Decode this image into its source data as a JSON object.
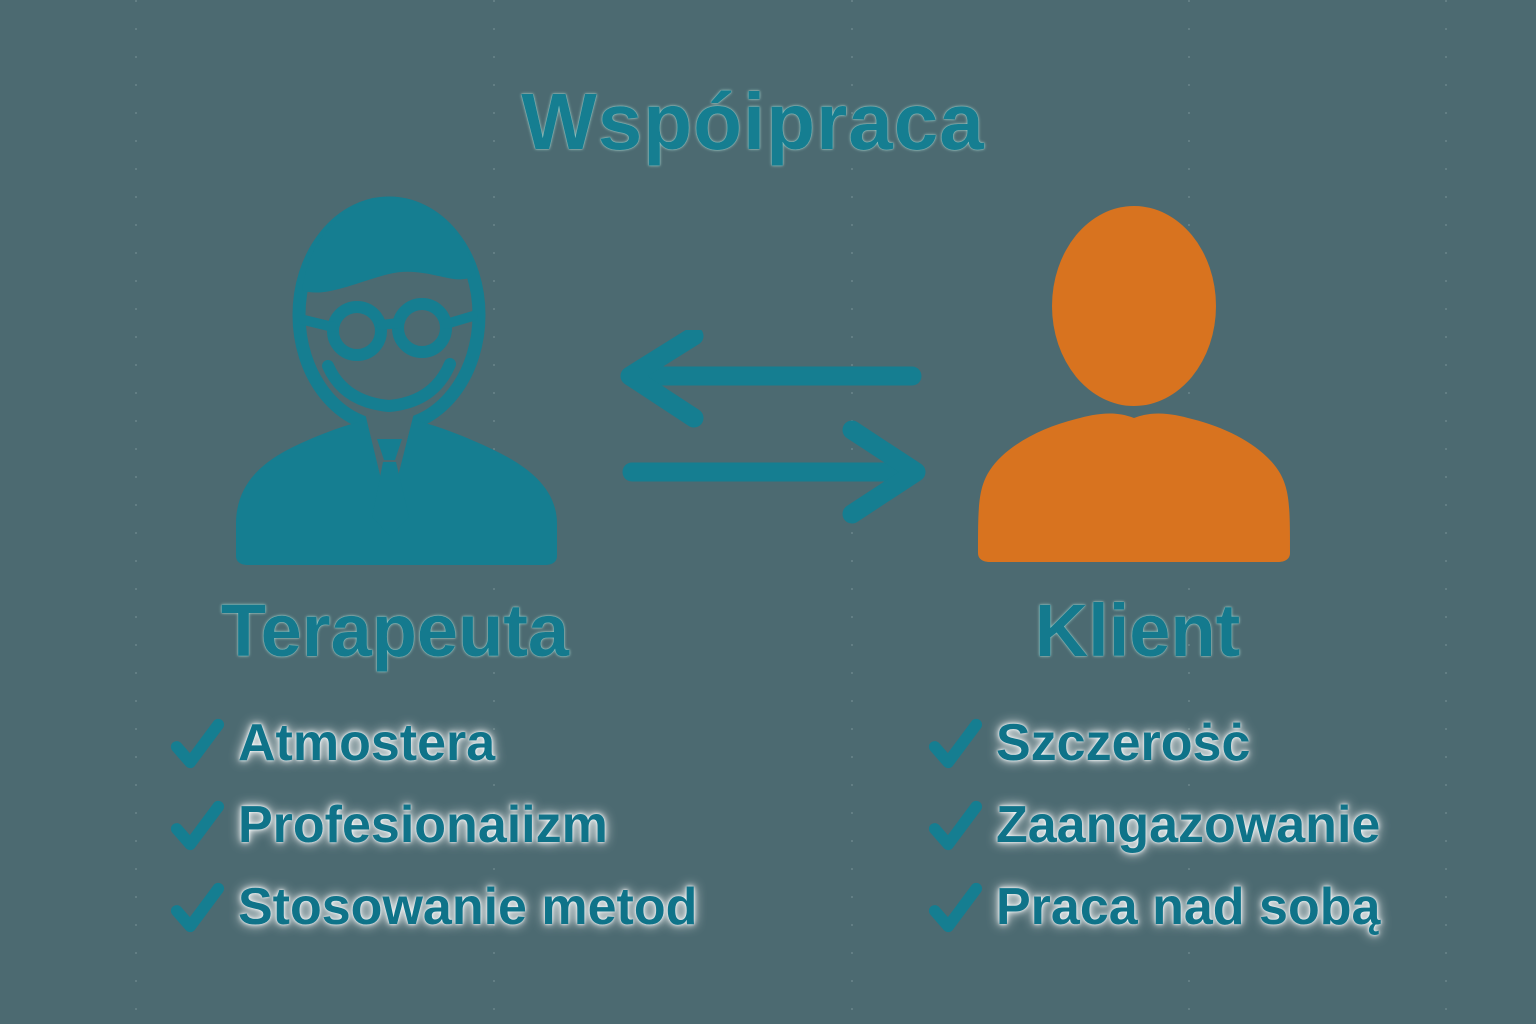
{
  "title": "Wspóipraca",
  "colors": {
    "background": "#4c6a71",
    "teal": "#157e91",
    "teal_text": "#0f7389",
    "orange": "#d8731f"
  },
  "therapist": {
    "label": "Terapeuta",
    "items": [
      "Atmostera",
      "Profesionaiizm",
      "Stosowanie metod"
    ]
  },
  "client": {
    "label": "Klient",
    "items": [
      "Szczeroṡċ",
      "Zaangazowanie",
      "Praca nad sobą"
    ]
  },
  "icons": {
    "therapist": "therapist-person-icon",
    "client": "client-person-icon",
    "check": "checkmark-icon",
    "left_arrow": "left-arrow-icon",
    "right_arrow": "right-arrow-icon"
  }
}
